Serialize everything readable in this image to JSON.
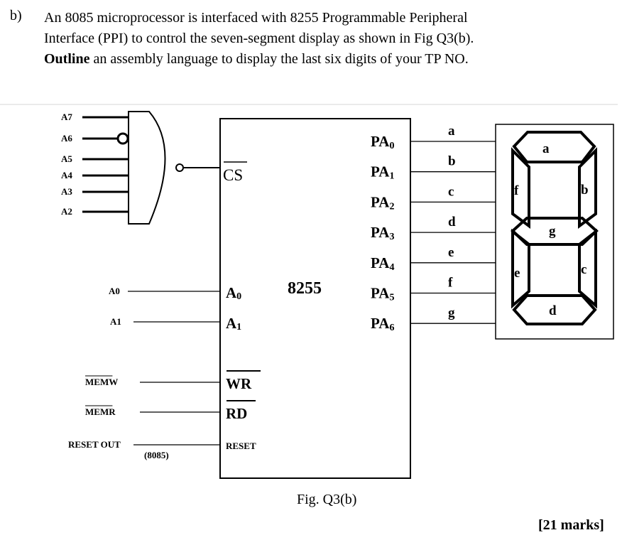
{
  "question": {
    "label": "b)",
    "line1": "An 8085 microprocessor is interfaced with 8255 Programmable Peripheral",
    "line2": "Interface (PPI) to control the seven-segment display as shown in Fig Q3(b).",
    "line3_bold": "Outline",
    "line3_rest": " an assembly language to display the last six digits of your TP NO."
  },
  "diagram": {
    "address_inputs": [
      "A7",
      "A6",
      "A5",
      "A4",
      "A3",
      "A2"
    ],
    "cs_pin": "CS",
    "chip_label": "8255",
    "left_signals": [
      {
        "name": "A0",
        "pin": "A",
        "pin_sub": "0",
        "overline_name": false
      },
      {
        "name": "A1",
        "pin": "A",
        "pin_sub": "1",
        "overline_name": false
      },
      {
        "name": "MEMW",
        "pin": "WR",
        "pin_sub": "",
        "overline_name": true
      },
      {
        "name": "MEMR",
        "pin": "RD",
        "pin_sub": "",
        "overline_name": true
      },
      {
        "name": "RESET OUT",
        "pin": "RESET",
        "pin_sub": "",
        "overline_name": false
      }
    ],
    "cpu_label": "(8085)",
    "port_pins": [
      {
        "pin": "PA",
        "sub": "0",
        "wire": "a"
      },
      {
        "pin": "PA",
        "sub": "1",
        "wire": "b"
      },
      {
        "pin": "PA",
        "sub": "2",
        "wire": "c"
      },
      {
        "pin": "PA",
        "sub": "3",
        "wire": "d"
      },
      {
        "pin": "PA",
        "sub": "4",
        "wire": "e"
      },
      {
        "pin": "PA",
        "sub": "5",
        "wire": "f"
      },
      {
        "pin": "PA",
        "sub": "6",
        "wire": "g"
      }
    ],
    "segments": [
      "a",
      "b",
      "c",
      "d",
      "e",
      "f",
      "g"
    ],
    "caption": "Fig. Q3(b)"
  },
  "marks": "[21 marks]"
}
